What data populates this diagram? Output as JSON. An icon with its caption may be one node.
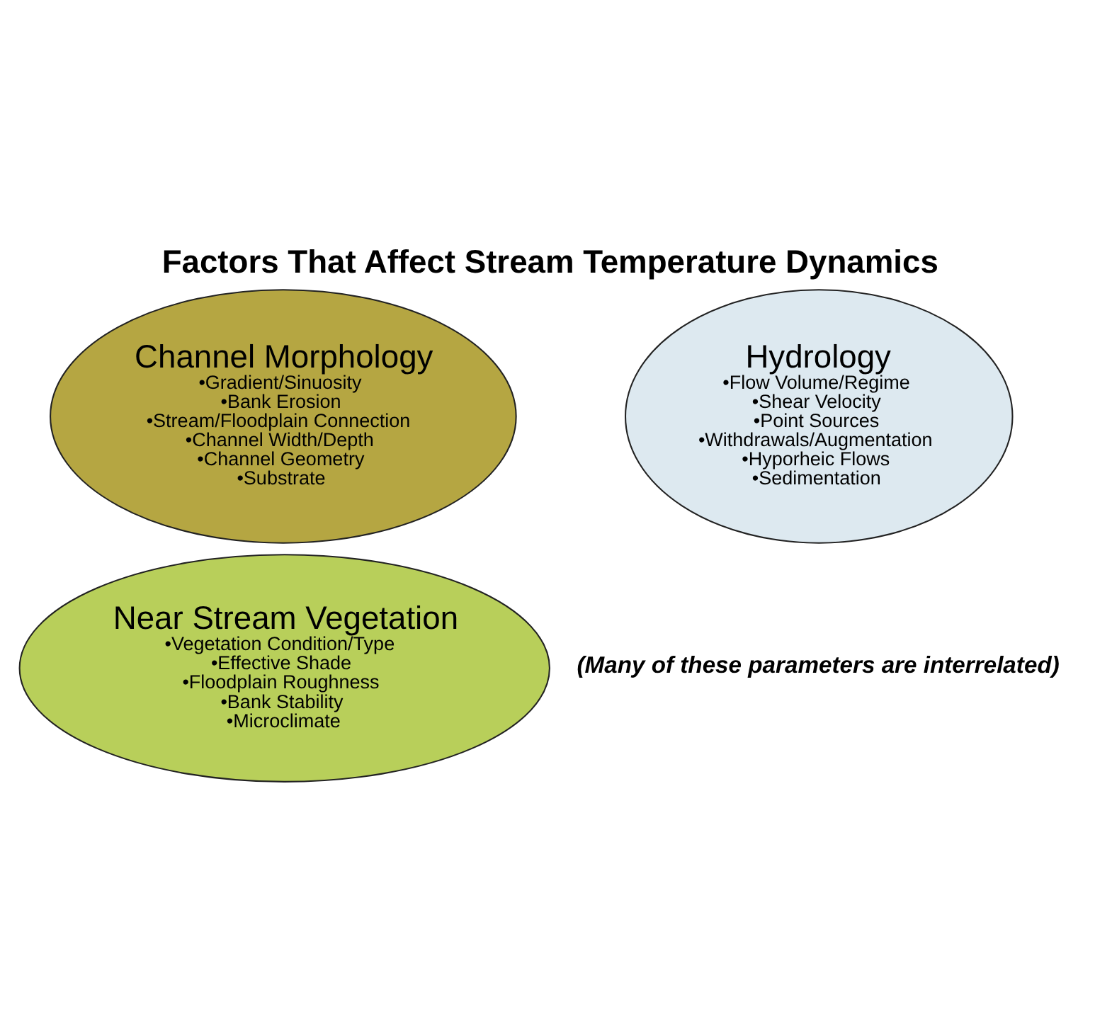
{
  "diagram": {
    "title": "Factors That Affect Stream Temperature Dynamics",
    "caption": "(Many of these parameters are interrelated)",
    "nodes": [
      {
        "text": [
          "Channel Morphology",
          "•Gradient/Sinuosity",
          "•Bank Erosion",
          "•Stream/Floodplain Connection",
          "•Channel Width/Depth",
          "•Channel Geometry",
          "•Substrate"
        ]
      },
      {
        "text": [
          "Hydrology",
          "•Flow Volume/Regime",
          "•Shear Velocity",
          "•Point Sources",
          "•Withdrawals/Augmentation",
          "•Hyporheic Flows",
          "•Sedimentation"
        ]
      },
      {
        "text": [
          "Near Stream Vegetation",
          "•Vegetation Condition/Type",
          "•Effective Shade",
          "•Floodplain Roughness",
          "•Bank Stability",
          "•Microclimate"
        ]
      }
    ],
    "edges": []
  }
}
